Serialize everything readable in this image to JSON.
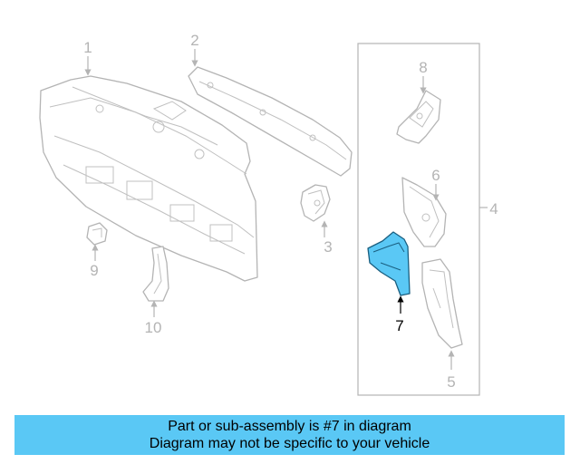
{
  "callouts": {
    "c1": "1",
    "c2": "2",
    "c3": "3",
    "c4": "4",
    "c5": "5",
    "c6": "6",
    "c7": "7",
    "c8": "8",
    "c9": "9",
    "c10": "10"
  },
  "highlight_color": "#5ac8f5",
  "line_color": "#b4b4b4",
  "banner": {
    "line1": "Part or sub-assembly is #7 in diagram",
    "line2": "Diagram may not be specific to your vehicle"
  }
}
